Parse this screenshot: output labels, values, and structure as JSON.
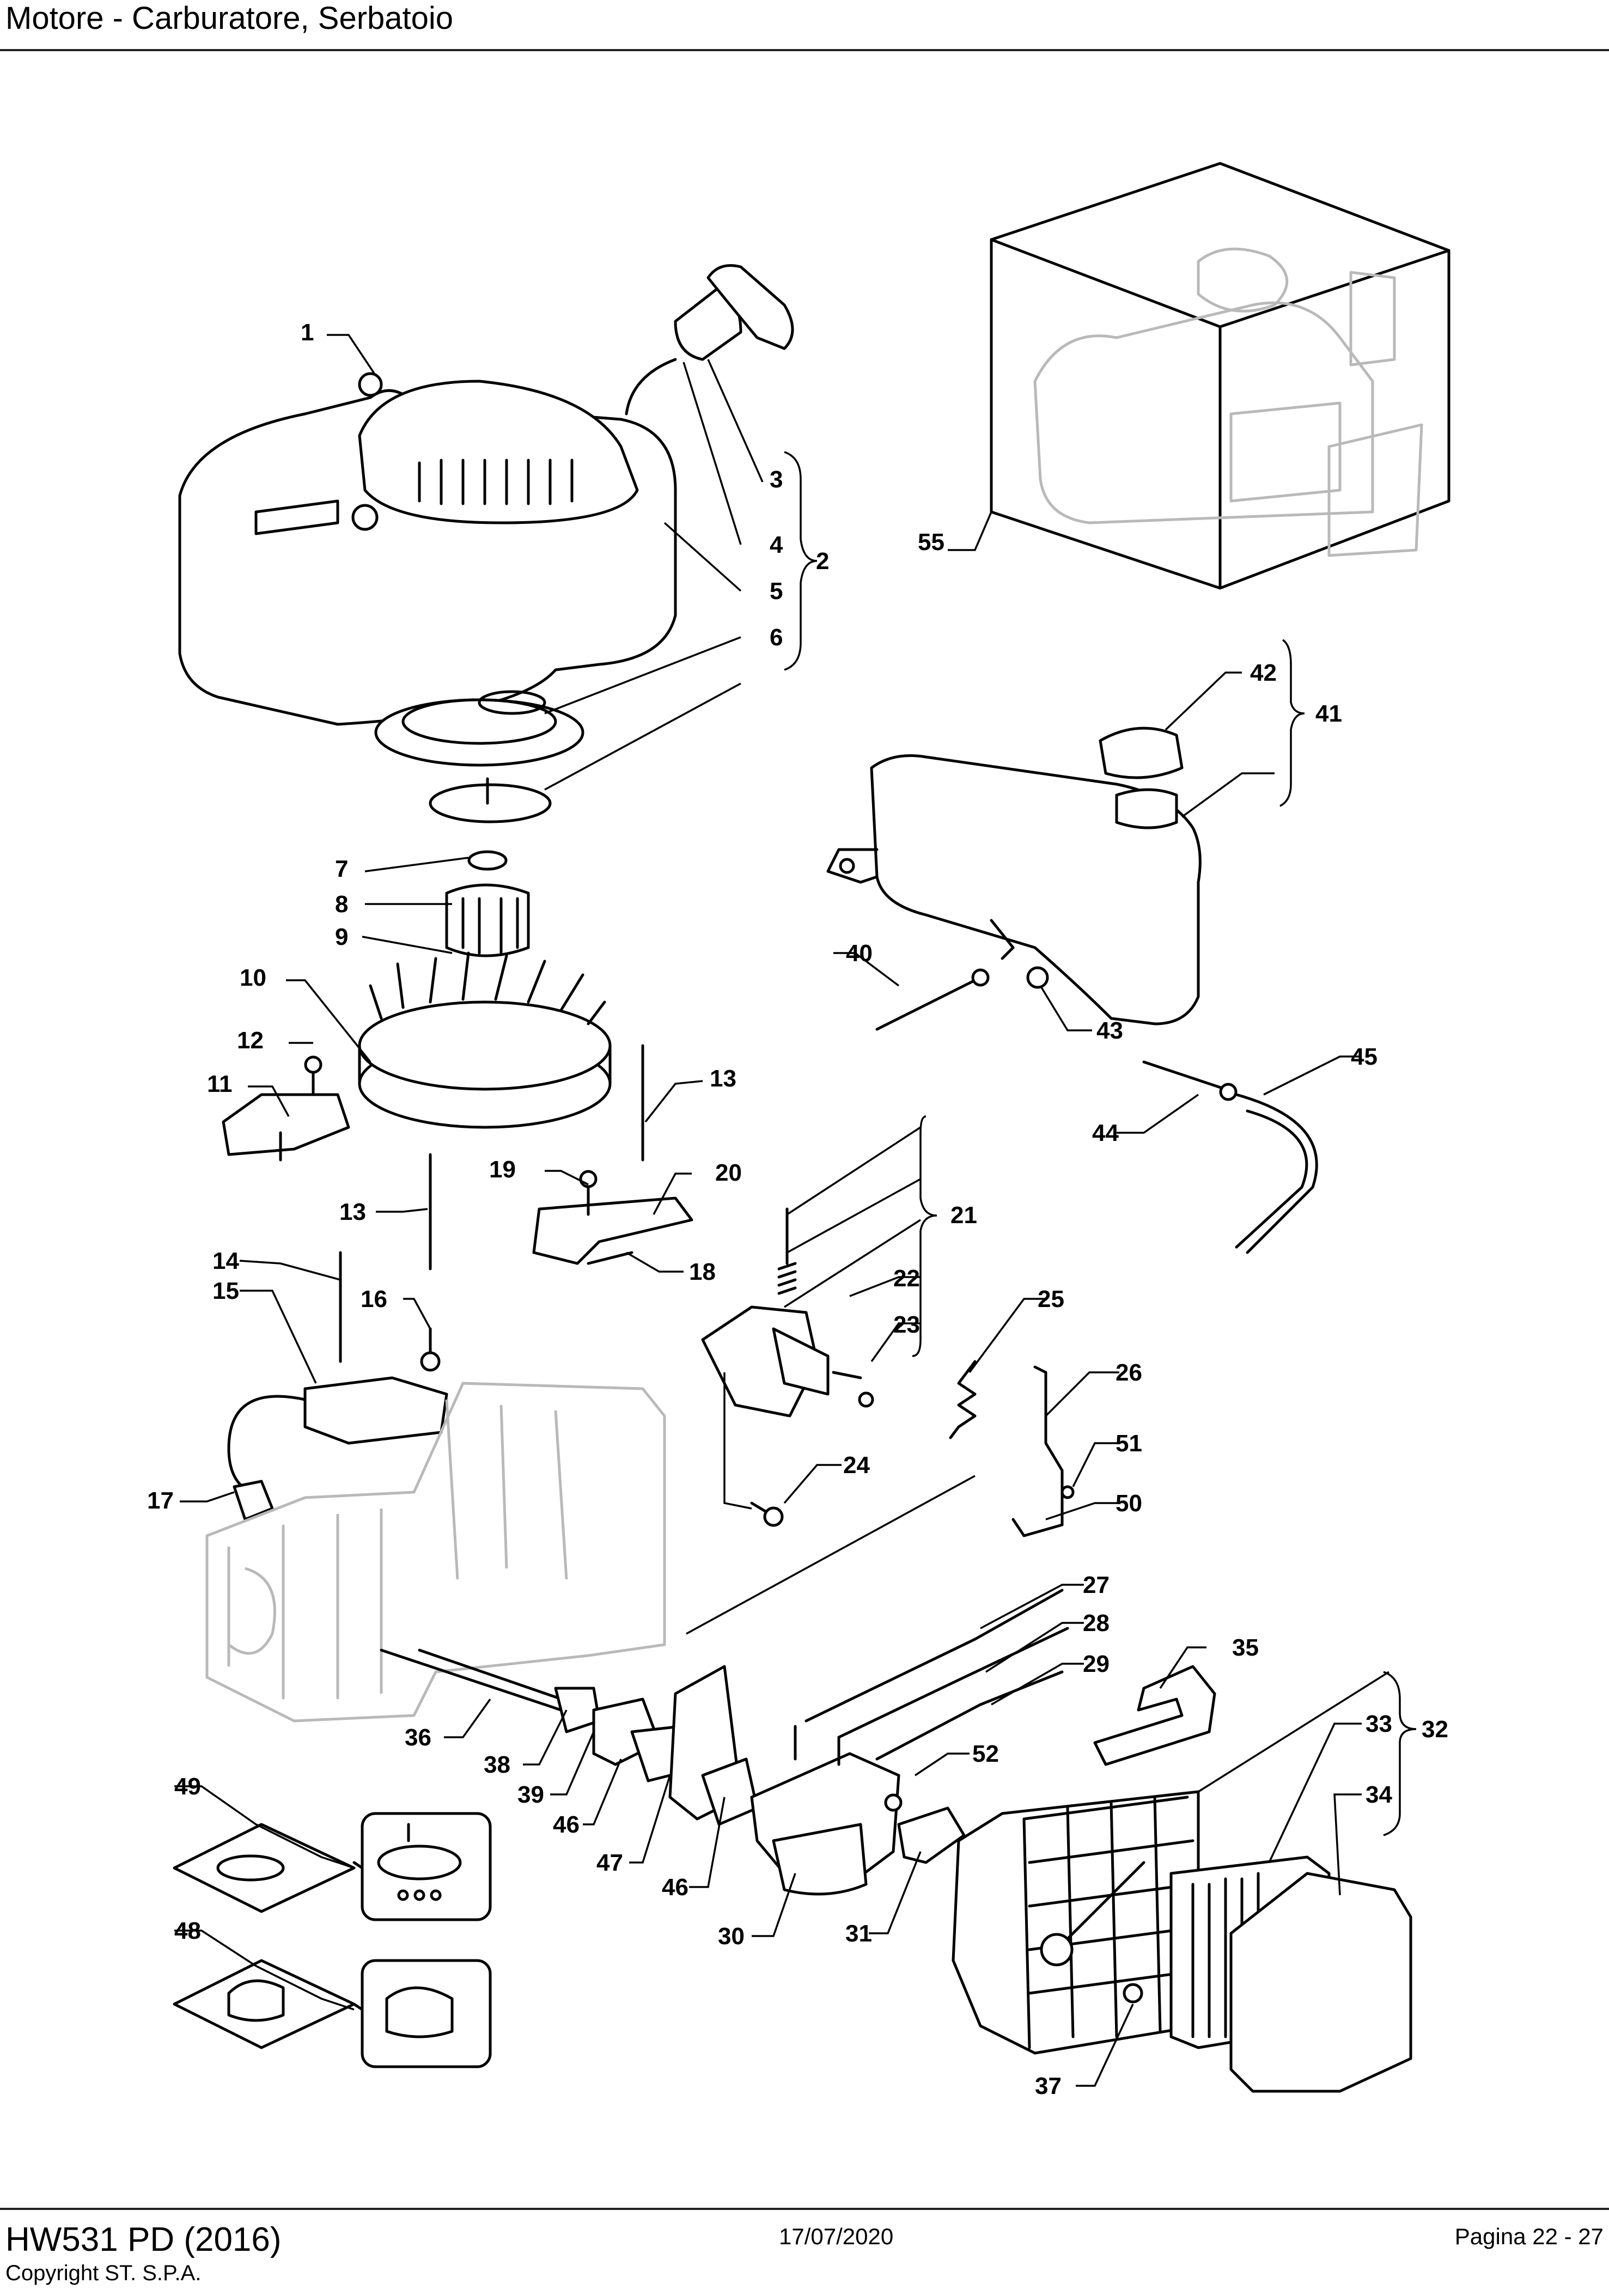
{
  "header": {
    "title": "Motore - Carburatore, Serbatoio"
  },
  "footer": {
    "model": "HW531 PD (2016)",
    "copyright": "Copyright ST. S.P.A.",
    "date": "17/07/2020",
    "page": "Pagina 22 - 27"
  },
  "callouts": [
    "1",
    "2",
    "3",
    "4",
    "5",
    "6",
    "7",
    "8",
    "9",
    "10",
    "11",
    "12",
    "13",
    "13",
    "14",
    "15",
    "16",
    "17",
    "18",
    "19",
    "20",
    "21",
    "22",
    "23",
    "24",
    "25",
    "26",
    "27",
    "28",
    "29",
    "30",
    "31",
    "32",
    "33",
    "34",
    "35",
    "36",
    "37",
    "38",
    "39",
    "40",
    "41",
    "42",
    "43",
    "44",
    "45",
    "46",
    "46",
    "47",
    "48",
    "49",
    "50",
    "51",
    "52",
    "55"
  ]
}
